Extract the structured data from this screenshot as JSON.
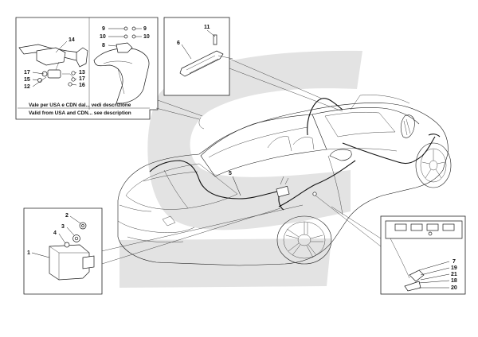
{
  "callouts": [
    {
      "id": "c14",
      "label": "14"
    },
    {
      "id": "c17a",
      "label": "17"
    },
    {
      "id": "c15",
      "label": "15"
    },
    {
      "id": "c12",
      "label": "12"
    },
    {
      "id": "c13",
      "label": "13"
    },
    {
      "id": "c17b",
      "label": "17"
    },
    {
      "id": "c16",
      "label": "16"
    },
    {
      "id": "c9a",
      "label": "9"
    },
    {
      "id": "c10a",
      "label": "10"
    },
    {
      "id": "c8",
      "label": "8"
    },
    {
      "id": "c9b",
      "label": "9"
    },
    {
      "id": "c10b",
      "label": "10"
    },
    {
      "id": "c11",
      "label": "11"
    },
    {
      "id": "c6",
      "label": "6"
    },
    {
      "id": "c5",
      "label": "5"
    },
    {
      "id": "c2",
      "label": "2"
    },
    {
      "id": "c3",
      "label": "3"
    },
    {
      "id": "c4",
      "label": "4"
    },
    {
      "id": "c1",
      "label": "1"
    },
    {
      "id": "c7",
      "label": "7"
    },
    {
      "id": "c19",
      "label": "19"
    },
    {
      "id": "c21",
      "label": "21"
    },
    {
      "id": "c18",
      "label": "18"
    },
    {
      "id": "c20",
      "label": "20"
    }
  ],
  "notes": {
    "line1": "Vale per USA e CDN dal... vedi descrizione",
    "line2": "Valid from USA and CDN... see description"
  }
}
